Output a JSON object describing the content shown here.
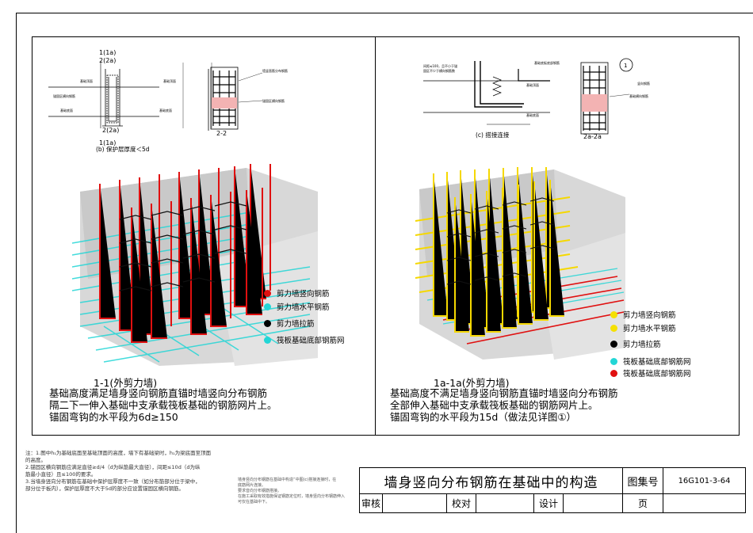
{
  "left": {
    "detail": {
      "tag_top1": "1(1a)",
      "tag_top2": "2(2a)",
      "tag_bot1": "2(2a)",
      "tag_bot2": "1(1a)",
      "caption": "(b) 保护层厚度＜5d",
      "sec_label": "2-2"
    },
    "legend": [
      {
        "label": "剪力墙竖向钢筋",
        "color": "#e01010"
      },
      {
        "label": "剪力墙水平钢筋",
        "color": "#22d6d6"
      },
      {
        "label": "剪力墙拉筋",
        "color": "#000000"
      },
      {
        "label": "筏板基础底部钢筋网",
        "color": "#22d6d6"
      }
    ],
    "title": "1-1(外剪力墙)",
    "lines": [
      "基础高度满足墙身竖向钢筋直锚时墙竖向分布钢筋",
      "隔二下一伸入基础中支承载筏板基础的钢筋网片上。",
      "锚固弯钩的水平段为6d≥150"
    ]
  },
  "right": {
    "detail": {
      "caption": "(c) 搭接连接",
      "sec_label": "2a-2a",
      "circle_num": "1"
    },
    "legend": [
      {
        "label": "剪力墙竖向钢筋",
        "color": "#f5e000"
      },
      {
        "label": "剪力墙水平钢筋",
        "color": "#f5e000"
      },
      {
        "label": "剪力墙拉筋",
        "color": "#000000"
      },
      {
        "label": "筏板基础底部钢筋网",
        "color": "#22d6d6"
      },
      {
        "label": "筏板基础底部钢筋网",
        "color": "#e01010"
      }
    ],
    "title": "1a-1a(外剪力墙)",
    "lines": [
      "基础高度不满足墙身竖向钢筋直锚时墙竖向分布钢筋",
      "全部伸入基础中支承载筏板基础的钢筋网片上。",
      "锚固弯钩的水平段为15d（做法见详图①）"
    ]
  },
  "notes": [
    "注：1.图中h₁为基础底面至基础顶面的高度，墙下有基础梁时，h₁为梁底面至顶面",
    "       的高度。",
    "    2.锚固区横向钢筋应满足直径≥d/4（d为纵筋最大直径），间距≤10d（d为纵",
    "       筋最小直径）且≤100的要求。",
    "    3.当墙身竖向分布钢筋在基础中保护层厚度不一致（如分布筋部分位于梁中，",
    "       部分位于板内），保护层厚度不大于5d的部分应设置锚固区横向钢筋。"
  ],
  "notes_mid": [
    "墙身竖向分布钢筋在基础中构造”中图(c)搭接连接时，在",
    "底筋网片连接。",
    "",
    "要求音向分布钢筋搭接。",
    "在施工采取有效措施保证钢筋定位时，墙身竖向分布钢筋伸入",
    "可仅在基础中下。"
  ],
  "title_block": {
    "title": "墙身竖向分布钢筋在基础中的构造",
    "atlas_label": "图集号",
    "atlas_no": "16G101-3-64",
    "review": "审核",
    "check": "校对",
    "design": "设计",
    "page": "页"
  }
}
